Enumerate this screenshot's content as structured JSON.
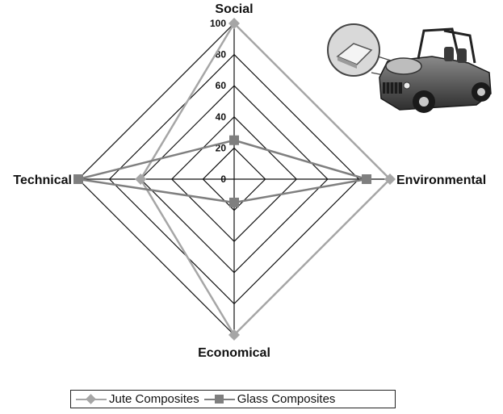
{
  "chart_data": {
    "type": "radar",
    "axes": [
      "Social",
      "Environmental",
      "Economical",
      "Technical"
    ],
    "range": [
      0,
      100
    ],
    "ticks": [
      0,
      20,
      40,
      60,
      80,
      100
    ],
    "grid": true,
    "legend_position": "bottom",
    "series": [
      {
        "name": "Jute Composites",
        "values": [
          100,
          100,
          100,
          60
        ],
        "color": "#a6a6a6",
        "marker": "diamond"
      },
      {
        "name": "Glass Composites",
        "values": [
          25,
          85,
          15,
          100
        ],
        "color": "#7f7f7f",
        "marker": "square"
      }
    ]
  },
  "illustration": {
    "icon": "car-icon"
  }
}
